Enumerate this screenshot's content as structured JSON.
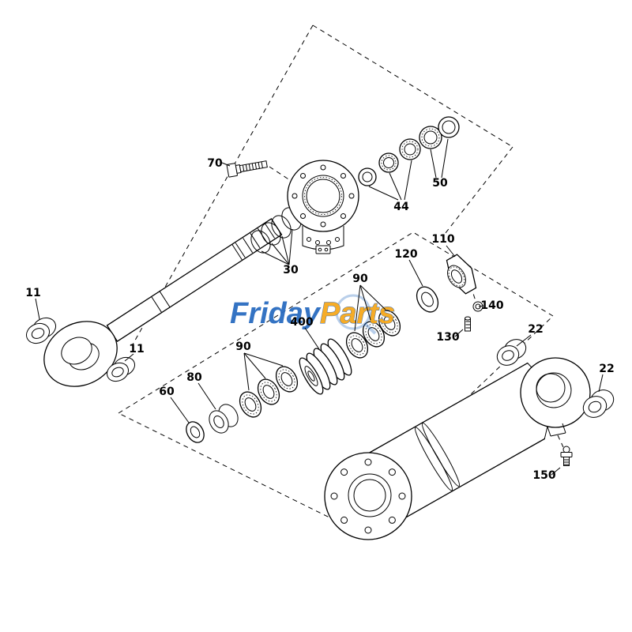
{
  "page": {
    "background_color": "#ffffff",
    "diagram_line_color": "#000000"
  },
  "watermark": {
    "text_primary": "Friday",
    "text_secondary": "Parts",
    "color_primary": "#2a6cc0",
    "color_secondary": "#f6a81c"
  },
  "labels": {
    "l70": "70",
    "l44": "44",
    "l50": "50",
    "l30": "30",
    "l11a": "11",
    "l11b": "11",
    "l60": "60",
    "l80": "80",
    "l90a": "90",
    "l400": "400",
    "l90b": "90",
    "l120": "120",
    "l110": "110",
    "l140": "140",
    "l130": "130",
    "l22a": "22",
    "l22b": "22",
    "l150": "150"
  }
}
